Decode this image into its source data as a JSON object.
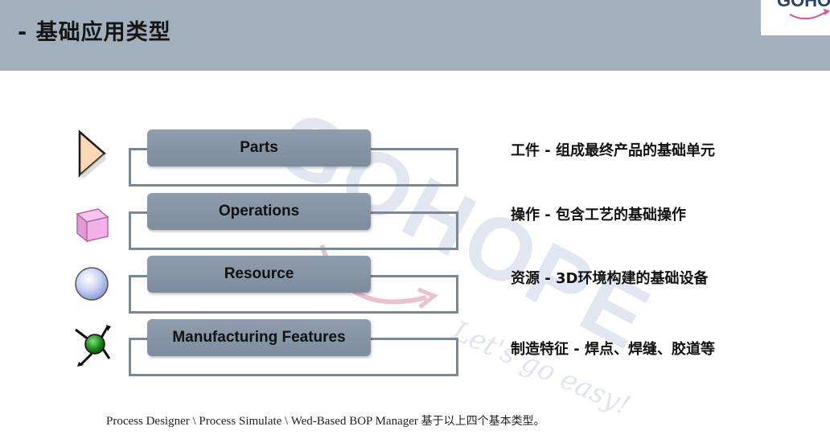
{
  "header": {
    "title": "- 基础应用类型",
    "logo_text": "GOHOPE"
  },
  "watermark": {
    "brand": "GOHOPE",
    "slogan": "Let's go easy!"
  },
  "types": [
    {
      "name": "Parts",
      "description": "工件 - 组成最终产品的基础单元",
      "icon": "triangle-part-icon"
    },
    {
      "name": "Operations",
      "description": "操作 - 包含工艺的基础操作",
      "icon": "pink-cube-operation-icon"
    },
    {
      "name": "Resource",
      "description": "资源 - 3D环境构建的基础设备",
      "icon": "blue-sphere-resource-icon"
    },
    {
      "name": "Manufacturing Features",
      "description": "制造特征 - 焊点、焊缝、胶道等",
      "icon": "green-weld-point-icon"
    }
  ],
  "footer": {
    "products": "Process Designer \\ Process Simulate \\ Wed-Based BOP Manager ",
    "note": "基于以上四个基本类型。"
  },
  "colors": {
    "header_bg": "#a2b0bd",
    "pill_bg": "#8494a5",
    "bracket": "#7b8793",
    "watermark": "#c9d2e6"
  }
}
